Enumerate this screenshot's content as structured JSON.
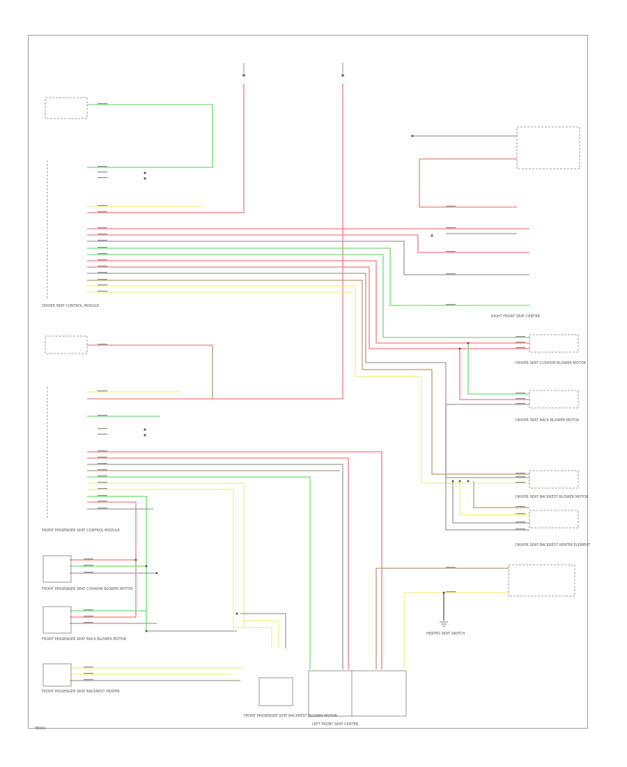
{
  "diagram": {
    "wire_colors": {
      "red": "#f07a7a",
      "green": "#6fdc6f",
      "brown": "#b89a6a",
      "yellow": "#f0f07a",
      "gray": "#9a9a9a",
      "black": "#4a4a4a",
      "dark": "#555555"
    },
    "footer_code": "TB001",
    "modules": {
      "driver_seat": "DRIVER SEAT CONTROL MODULE",
      "passenger_seat": "FRONT PASSENGER SEAT CONTROL MODULE",
      "left_front_seat_center": "LEFT FRONT SEAT CENTER",
      "right_front_seat_center": "RIGHT FRONT SEAT CENTER",
      "seat_cushion_blower": "DRIVER SEAT CUSHION BLOWER MOTOR",
      "seat_back_blower": "DRIVER SEAT BACK BLOWER MOTOR",
      "backrest_blower": "DRIVER SEAT BACKREST BLOWER MOTOR",
      "backrest_heater": "DRIVER SEAT BACKREST HEATER ELEMENT",
      "pass_cushion_blower": "FRONT PASSENGER SEAT CUSHION BLOWER MOTOR",
      "pass_back_blower": "FRONT PASSENGER SEAT BACK BLOWER MOTOR",
      "pass_heater": "FRONT PASSENGER SEAT BACKREST HEATER",
      "pass_blower_bottom": "FRONT PASSENGER SEAT BACKREST BLOWER MOTOR",
      "heated_seat_switch": "HEATED SEAT SWITCH"
    }
  }
}
